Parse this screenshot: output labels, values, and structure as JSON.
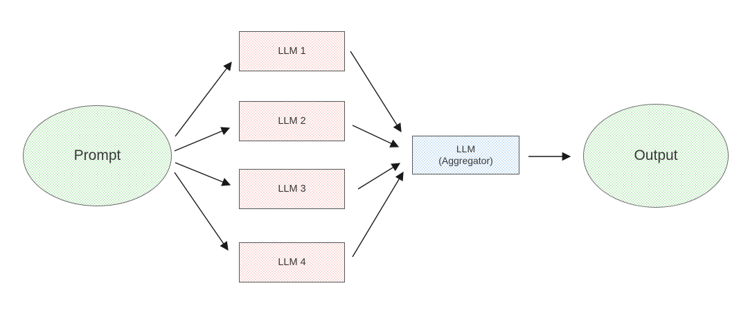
{
  "diagram": {
    "description": "Mixture-of-LLMs flow: a prompt fans out to four LLMs whose outputs are combined by an aggregator LLM into a single output",
    "nodes": {
      "prompt": {
        "label": "Prompt",
        "shape": "ellipse",
        "fill": "#c9eec9"
      },
      "llm1": {
        "label": "LLM 1",
        "shape": "rect",
        "fill": "#f9dbd9"
      },
      "llm2": {
        "label": "LLM 2",
        "shape": "rect",
        "fill": "#f9dbd9"
      },
      "llm3": {
        "label": "LLM 3",
        "shape": "rect",
        "fill": "#f9dbd9"
      },
      "llm4": {
        "label": "LLM 4",
        "shape": "rect",
        "fill": "#cfe4f6"
      },
      "aggregator": {
        "label_line1": "LLM",
        "label_line2": "(Aggregator)",
        "shape": "rect",
        "fill": "#cfe4f6"
      },
      "output": {
        "label": "Output",
        "shape": "ellipse",
        "fill": "#c9eec9"
      }
    },
    "edges": [
      {
        "from": "prompt",
        "to": "llm1"
      },
      {
        "from": "prompt",
        "to": "llm2"
      },
      {
        "from": "prompt",
        "to": "llm3"
      },
      {
        "from": "prompt",
        "to": "llm4"
      },
      {
        "from": "llm1",
        "to": "aggregator"
      },
      {
        "from": "llm2",
        "to": "aggregator"
      },
      {
        "from": "llm3",
        "to": "aggregator"
      },
      {
        "from": "llm4",
        "to": "aggregator"
      },
      {
        "from": "aggregator",
        "to": "output"
      }
    ],
    "colors": {
      "green_fill": "#c9eec9",
      "pink_fill": "#f9dbd9",
      "blue_fill": "#cfe4f6",
      "border": "#5f5f5f",
      "arrow": "#1a1a1a",
      "text": "#383838"
    }
  }
}
